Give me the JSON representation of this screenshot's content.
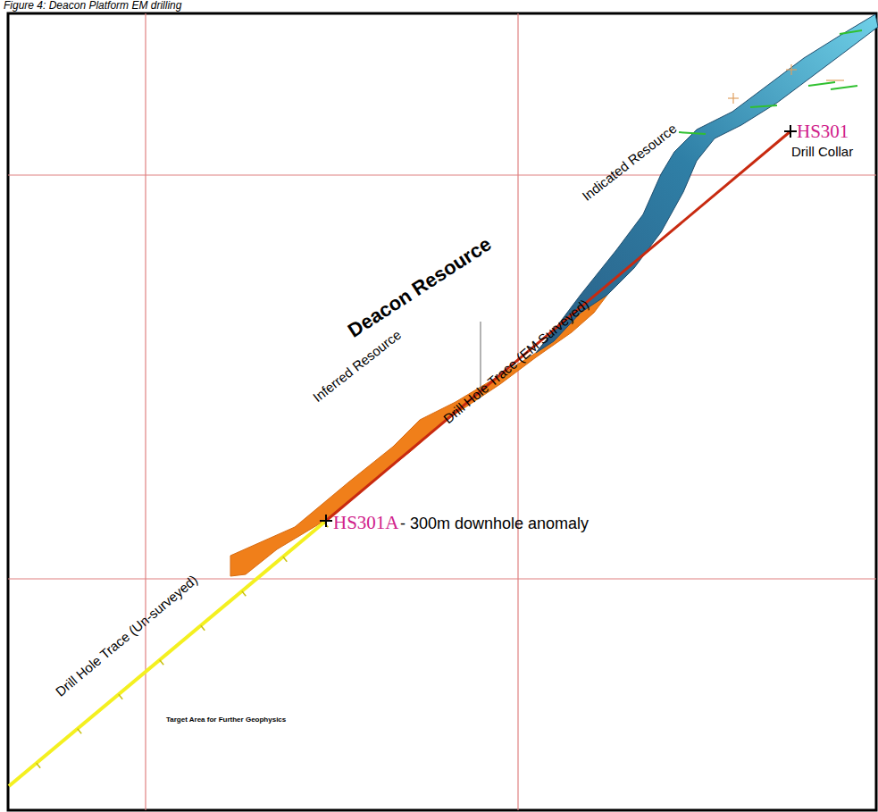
{
  "diagram": {
    "title": "Figure 4: Deacon Platform EM drilling",
    "labels": [
      "Deacon Resource",
      "Indicated Resource",
      "Inferred Resource",
      "Drill Hole Trace (EM Surveyed)",
      "Drill Hole Trace (Un-surveyed)",
      "HS301A",
      "- 300m downhole anomaly",
      "HS301",
      "Drill Collar",
      "Target Area for Further Geophysics"
    ]
  }
}
